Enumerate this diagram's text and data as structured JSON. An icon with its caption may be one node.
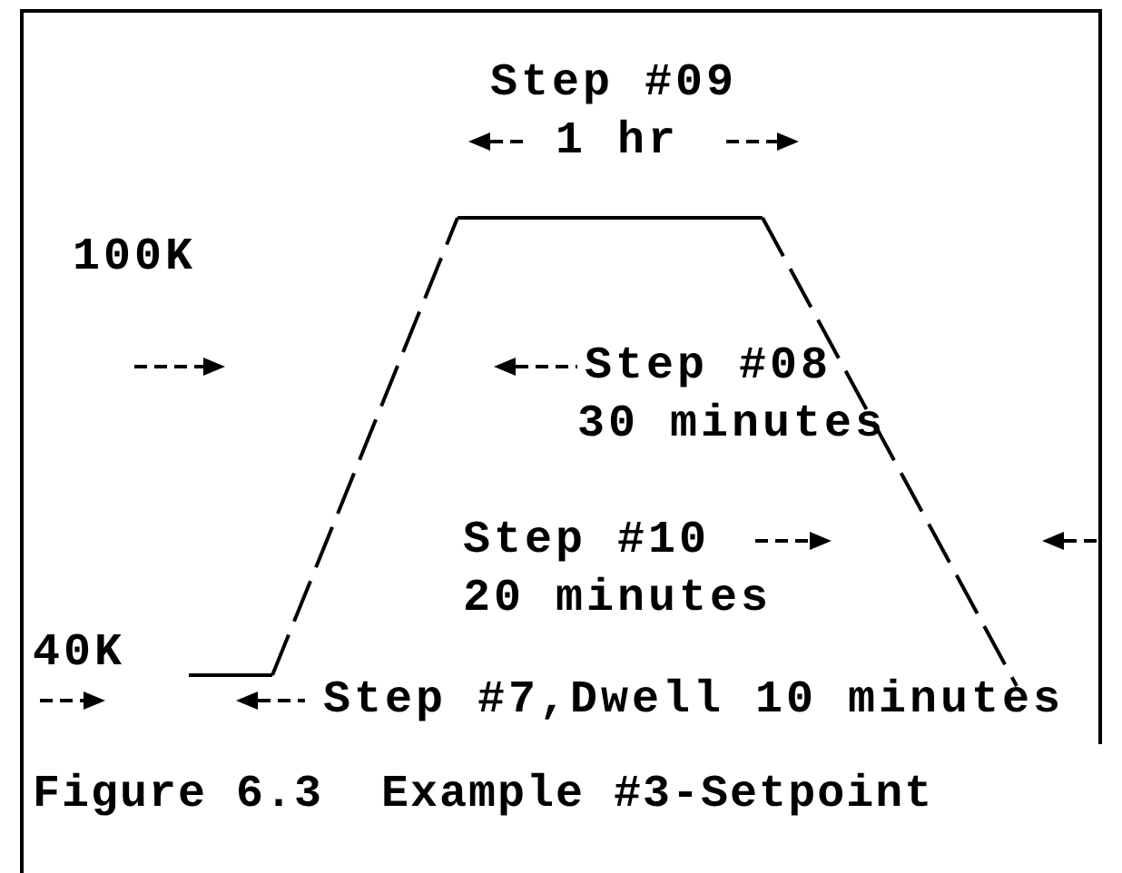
{
  "diagram": {
    "caption": "Figure 6.3  Example #3-Setpoint",
    "labels": [
      "Step #09",
      "1 hr",
      "100K",
      "Step #08",
      "30 minutes",
      "Step #10",
      "20 minutes",
      "40K",
      "Step #7,Dwell 10 minutes"
    ]
  }
}
